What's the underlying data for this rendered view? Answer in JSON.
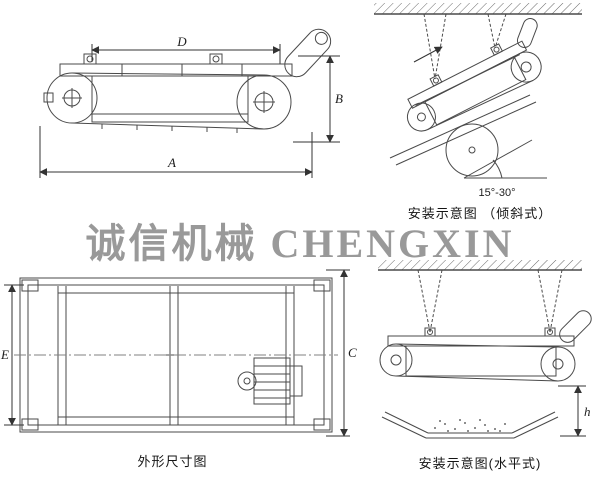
{
  "watermark": "诚信机械 CHENGXIN",
  "figures": {
    "side_view": {
      "dims": {
        "A": "A",
        "B": "B",
        "D": "D"
      }
    },
    "inclined_install": {
      "caption": "安装示意图 （倾斜式）",
      "angle": "15°-30°"
    },
    "plan_view": {
      "caption": "外形尺寸图",
      "dims": {
        "C": "C",
        "E": "E"
      }
    },
    "horizontal_install": {
      "caption": "安装示意图(水平式)",
      "dims": {
        "h": "h"
      }
    }
  }
}
